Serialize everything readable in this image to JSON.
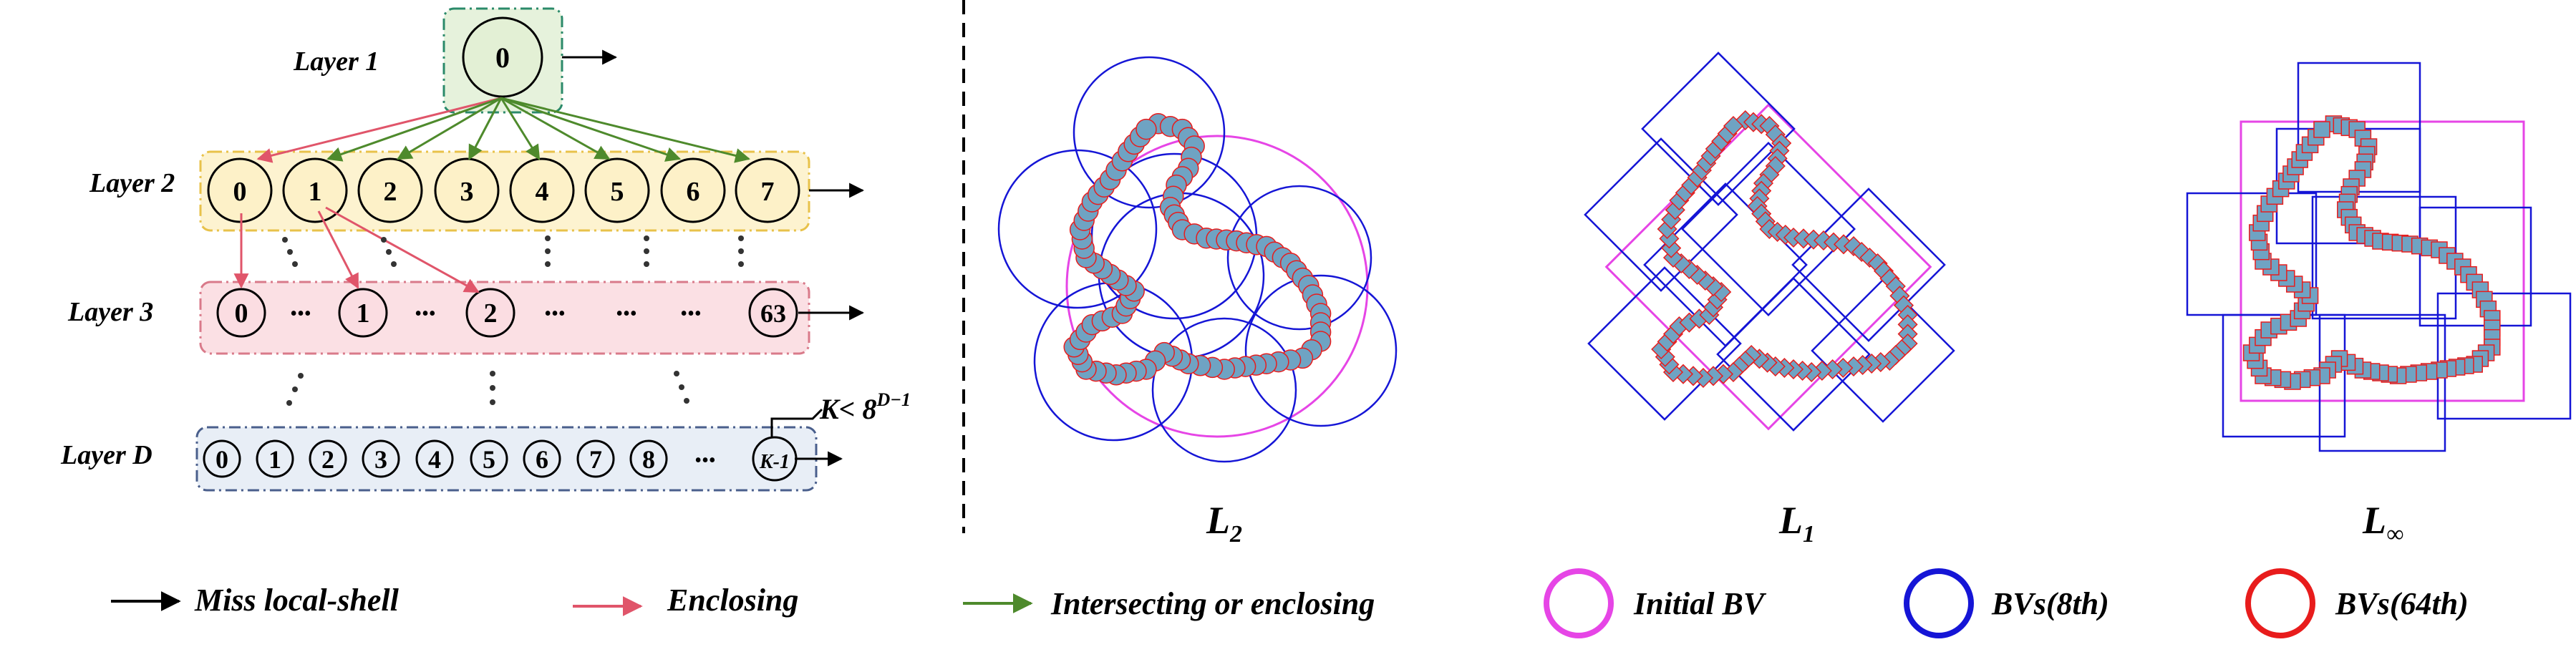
{
  "hierarchy": {
    "layers": [
      {
        "label": "Layer 1",
        "nodes": [
          "0"
        ]
      },
      {
        "label": "Layer 2",
        "nodes": [
          "0",
          "1",
          "2",
          "3",
          "4",
          "5",
          "6",
          "7"
        ]
      },
      {
        "label": "Layer 3",
        "nodes": [
          "0",
          "1",
          "2",
          "63"
        ]
      },
      {
        "label": "Layer D",
        "nodes": [
          "0",
          "1",
          "2",
          "3",
          "4",
          "5",
          "6",
          "7",
          "8",
          "K-1"
        ]
      }
    ],
    "k_condition": "K< 8",
    "k_exponent": "D−1",
    "ellipsis": "•••"
  },
  "panels": [
    {
      "label": "L",
      "subscript": "2"
    },
    {
      "label": "L",
      "subscript": "1"
    },
    {
      "label": "L",
      "subscript": "∞"
    }
  ],
  "legend": [
    {
      "text": "Miss local-shell",
      "color": "#000000"
    },
    {
      "text": "Enclosing",
      "color": "#e0556a"
    },
    {
      "text": "Intersecting or enclosing",
      "color": "#4e8a2c"
    },
    {
      "text": "Initial BV",
      "color": "#e645e6"
    },
    {
      "text": "BVs(8th)",
      "color": "#1515d6"
    },
    {
      "text": "BVs(64th)",
      "color": "#e81c1c"
    }
  ],
  "colors": {
    "layer1_fill": "#e6f2dc",
    "layer1_border": "#2b8a6a",
    "layer2_fill": "#fdf3d0",
    "layer2_border": "#e8c24a",
    "layer3_fill": "#fbe0e4",
    "layer3_border": "#d97a8a",
    "layerD_fill": "#e8eef6",
    "layerD_border": "#4a5f8c",
    "node_fill_layer1": "#e3f0d5",
    "node_fill_layer2": "#fdf1c8",
    "node_fill_layer3": "#fbdde2",
    "node_fill_layerD": "#e8eef6",
    "shape_fill": "#6fa3c3"
  }
}
